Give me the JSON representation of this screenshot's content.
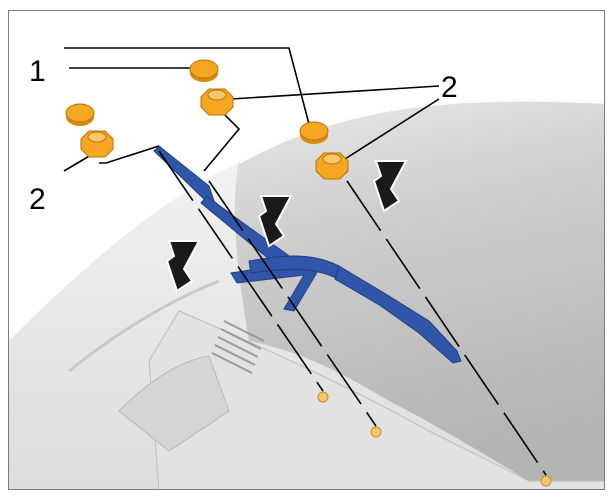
{
  "callouts": {
    "label_1": "1",
    "label_2_right": "2",
    "label_2_left": "2"
  },
  "parts": [
    {
      "part": "1",
      "description": "cap",
      "color": "#F5A623"
    },
    {
      "part": "2",
      "description": "hex nut",
      "color": "#F5A623"
    }
  ],
  "colors": {
    "wiper_arm": "#2F56A8",
    "cap_fill": "#F5A623",
    "nut_fill": "#F5A623",
    "arrow": "#1a1a1a",
    "leader_line": "#000000",
    "windscreen": "#C4C4C4"
  }
}
